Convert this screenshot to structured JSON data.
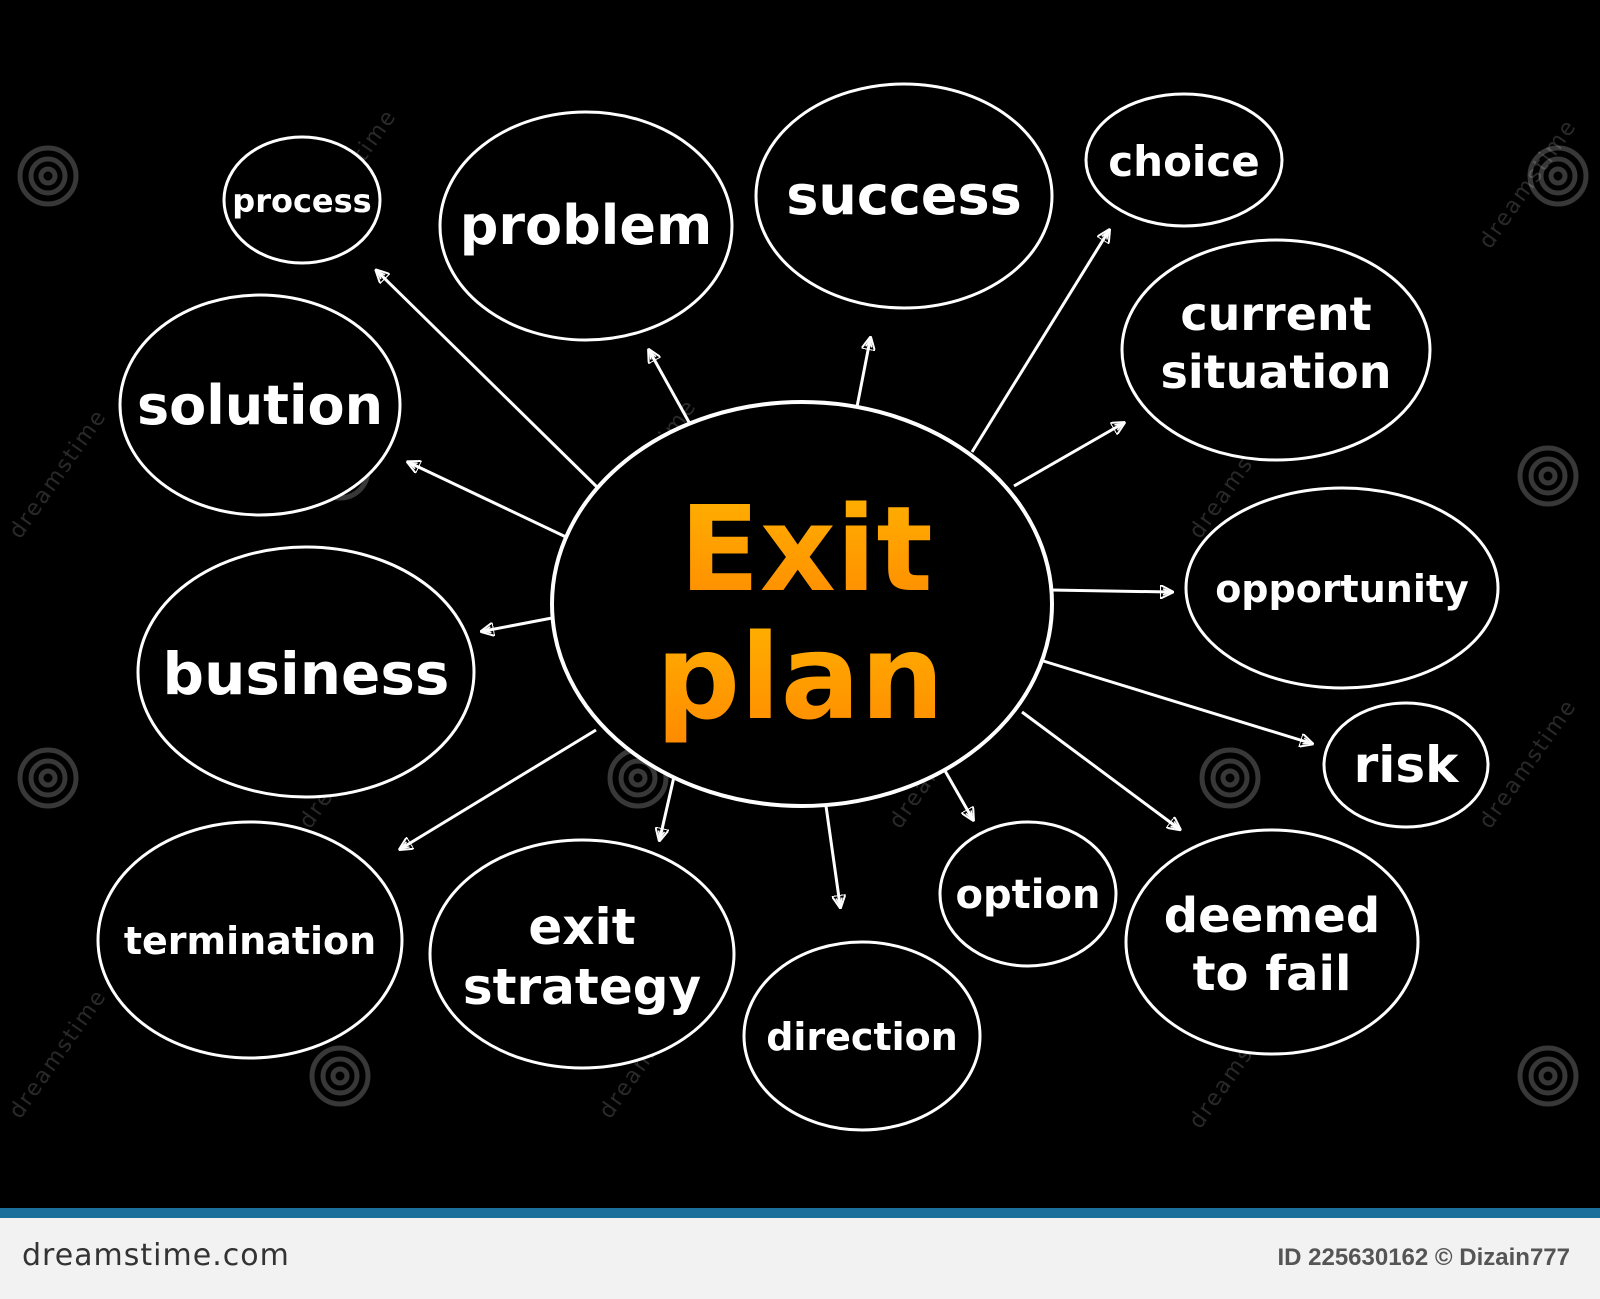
{
  "diagram": {
    "center": {
      "line1": "Exit",
      "line2": "plan"
    },
    "nodes": {
      "process": "process",
      "problem": "problem",
      "success": "success",
      "choice": "choice",
      "current_line1": "current",
      "current_line2": "situation",
      "solution": "solution",
      "opportunity": "opportunity",
      "business": "business",
      "risk": "risk",
      "termination": "termination",
      "exit_line1": "exit",
      "exit_line2": "strategy",
      "direction": "direction",
      "option": "option",
      "deemed_line1": "deemed",
      "deemed_line2": "to fail"
    }
  },
  "watermark": {
    "text": "dreamstime"
  },
  "footer": {
    "brand": "dreamstime.com",
    "credit": "ID 225630162 © Dizain777"
  },
  "colors": {
    "background": "#000000",
    "stroke": "#ffffff",
    "center_gradient_top": "#ffb300",
    "center_gradient_bottom": "#ff8a00",
    "footer_bg": "#f2f2f2",
    "footer_border": "#1a6f9b"
  }
}
